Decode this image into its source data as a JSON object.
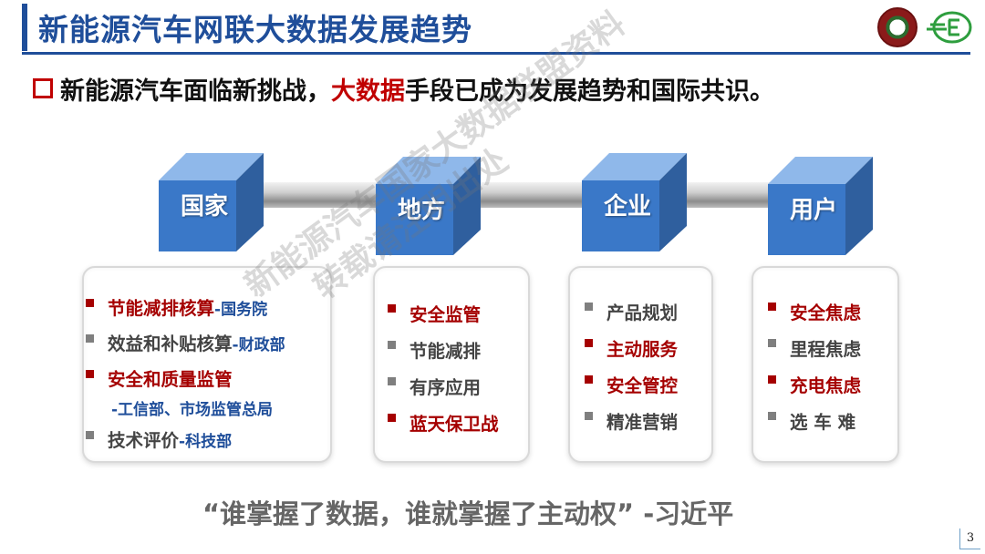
{
  "header": {
    "title": "新能源汽车网联大数据发展趋势"
  },
  "subtitle": {
    "before": "新能源汽车面临新挑战，",
    "highlight": "大数据",
    "after": "手段已成为发展趋势和国际共识。"
  },
  "cubes": [
    {
      "label": "国家"
    },
    {
      "label": "地方"
    },
    {
      "label": "企业"
    },
    {
      "label": "用户"
    }
  ],
  "cards": {
    "national": [
      {
        "text": "节能减排核算",
        "org": "-国务院"
      },
      {
        "text": "效益和补贴核算",
        "org": "-财政部"
      },
      {
        "text": "安全和质量监管"
      },
      {
        "sub": "-工信部、市场监管总局"
      },
      {
        "text": "技术评价",
        "org": "-科技部"
      }
    ],
    "local": [
      {
        "text": "安全监管"
      },
      {
        "text": "节能减排"
      },
      {
        "text": "有序应用"
      },
      {
        "text": "蓝天保卫战"
      }
    ],
    "enterprise": [
      {
        "text": "产品规划"
      },
      {
        "text": "主动服务"
      },
      {
        "text": "安全管控"
      },
      {
        "text": "精准营销"
      }
    ],
    "user": [
      {
        "text": "安全焦虑"
      },
      {
        "text": "里程焦虑"
      },
      {
        "text": "充电焦虑"
      },
      {
        "text": "选 车 难"
      }
    ]
  },
  "quote": "“谁掌握了数据，谁就掌握了主动权”  -习近平",
  "page_number": "3",
  "watermark": {
    "line1": "新能源汽车国家大数据联盟资料",
    "line2": "转载请注明出处"
  },
  "colors": {
    "title_blue": "#1f4e9a",
    "accent_red": "#c00000",
    "item_red": "#a50000",
    "cube_blue": "#3a78c8"
  }
}
